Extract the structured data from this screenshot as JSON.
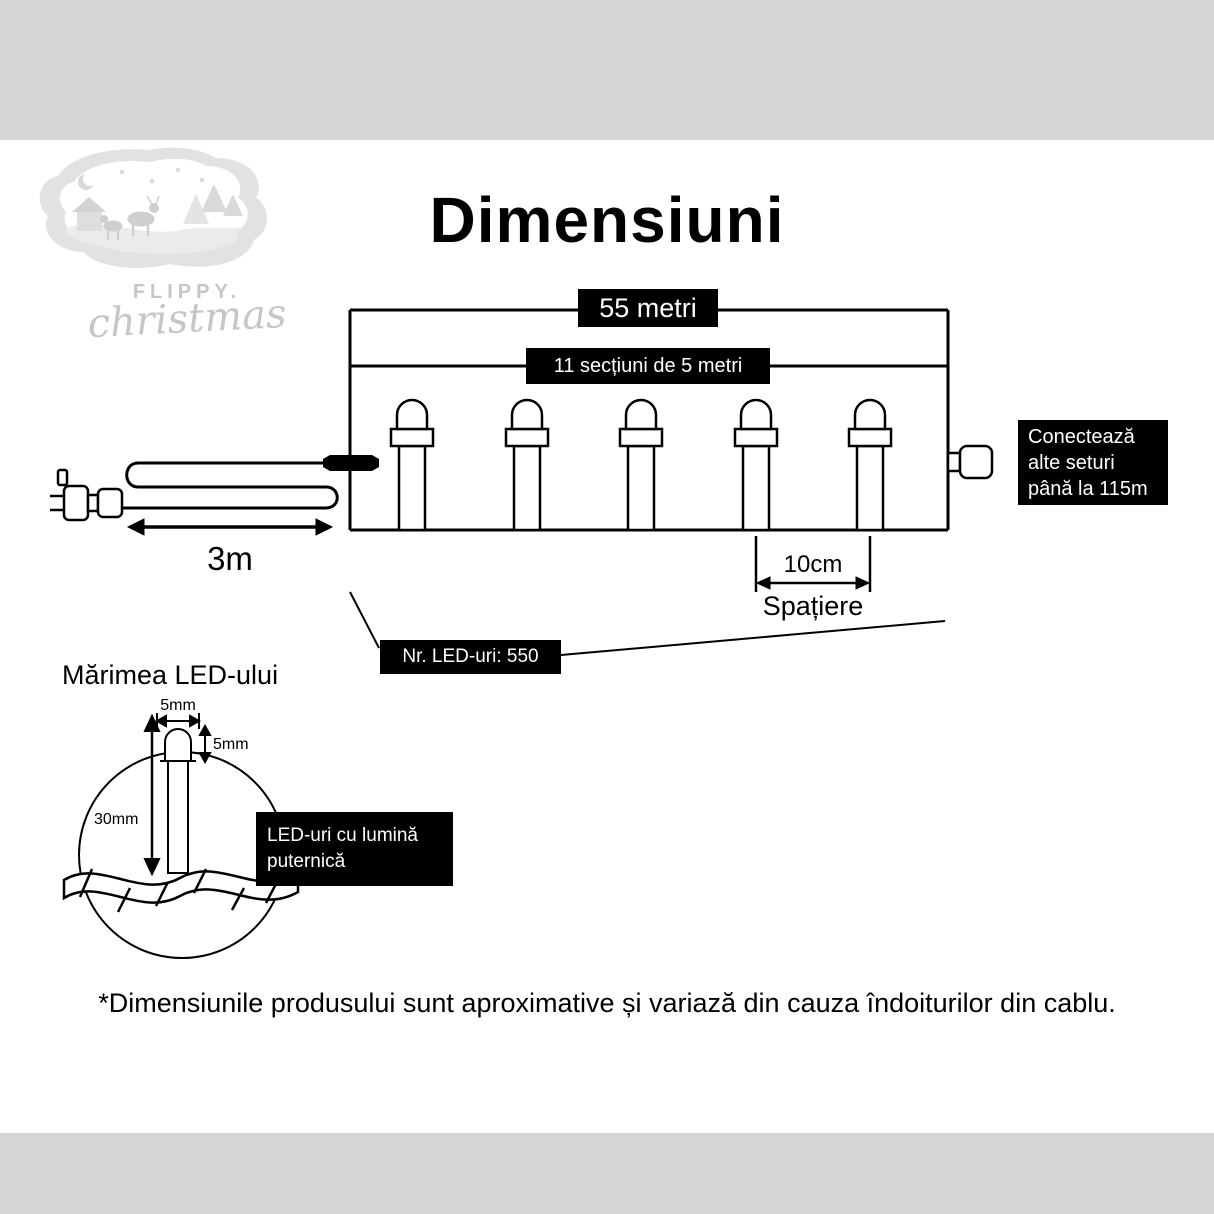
{
  "page": {
    "title": "Dimensiuni",
    "disclaimer": "*Dimensiunile produsului sunt aproximative și variază din cauza îndoiturilor din cablu."
  },
  "logo": {
    "brand_top": "FLIPPY.",
    "brand_script": "christmas"
  },
  "diagram": {
    "total_length": "55 metri",
    "sections": "11 secțiuni de 5 metri",
    "lead_length": "3m",
    "connect_info": "Conectează\nalte seturi\npână la 115m",
    "spacing_value": "10cm",
    "spacing_label": "Spațiere",
    "led_count": "Nr. LED-uri: 550"
  },
  "led_detail": {
    "section_title": "Mărimea LED-ului",
    "width": "5mm",
    "cap_height": "5mm",
    "total_height": "30mm",
    "callout": "LED-uri cu lumină puternică"
  },
  "colors": {
    "band": "#d5d5d5",
    "content_bg": "#ffffff",
    "label_bg": "#000000",
    "label_text": "#ffffff",
    "line": "#000000",
    "logo_text": "#c6c6c6"
  }
}
